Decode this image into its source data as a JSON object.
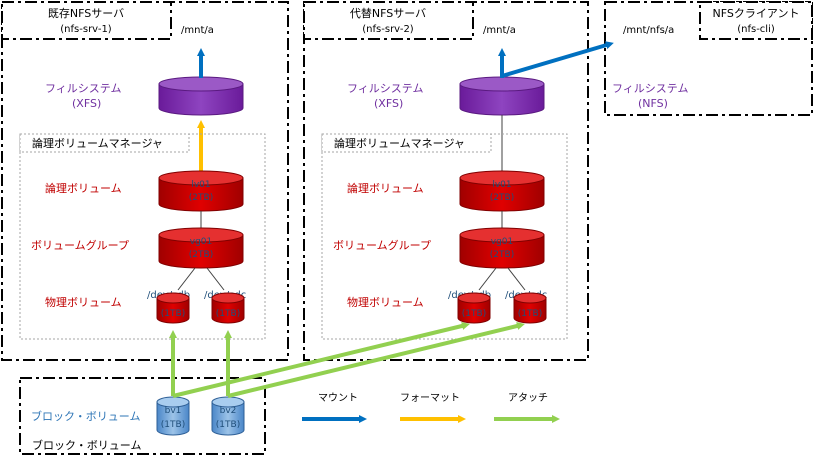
{
  "servers": {
    "existing": {
      "title": "既存NFSサーバ",
      "host": "(nfs-srv-1)",
      "mount": "/mnt/a"
    },
    "alternate": {
      "title": "代替NFSサーバ",
      "host": "(nfs-srv-2)",
      "mount": "/mnt/a"
    },
    "client": {
      "title": "NFSクライアント",
      "host": "(nfs-cli)",
      "mount": "/mnt/nfs/a",
      "fs_label": "フィルシステム",
      "fs_type": "(NFS)"
    }
  },
  "labels": {
    "filesystem": "フィルシステム",
    "fs_type_xfs": "(XFS)",
    "lvm": "論理ボリュームマネージャ",
    "logical_volume": "論理ボリューム",
    "volume_group": "ボリュームグループ",
    "physical_volume": "物理ボリューム",
    "block_volume": "ブロック・ボリューム",
    "block_volume_frame": "ブロック・ボリューム"
  },
  "volumes": {
    "lv": {
      "name": "lv01",
      "size": "(2TB)"
    },
    "vg": {
      "name": "vg01",
      "size": "(2TB)"
    },
    "pv1": {
      "dev": "/dev/sdb",
      "size": "(1TB)"
    },
    "pv2": {
      "dev": "/dev/sdc",
      "size": "(1TB)"
    },
    "bv1": {
      "name": "bv1",
      "size": "(1TB)"
    },
    "bv2": {
      "name": "bv2",
      "size": "(1TB)"
    }
  },
  "legend": {
    "mount": "マウント",
    "format": "フォーマット",
    "attach": "アタッチ"
  },
  "colors": {
    "mount": "#0070c0",
    "format": "#ffc000",
    "attach": "#92d050",
    "filesystem": "#7030a0",
    "lvm_red": "#c00000",
    "block_blue": "#5b9bd5"
  }
}
